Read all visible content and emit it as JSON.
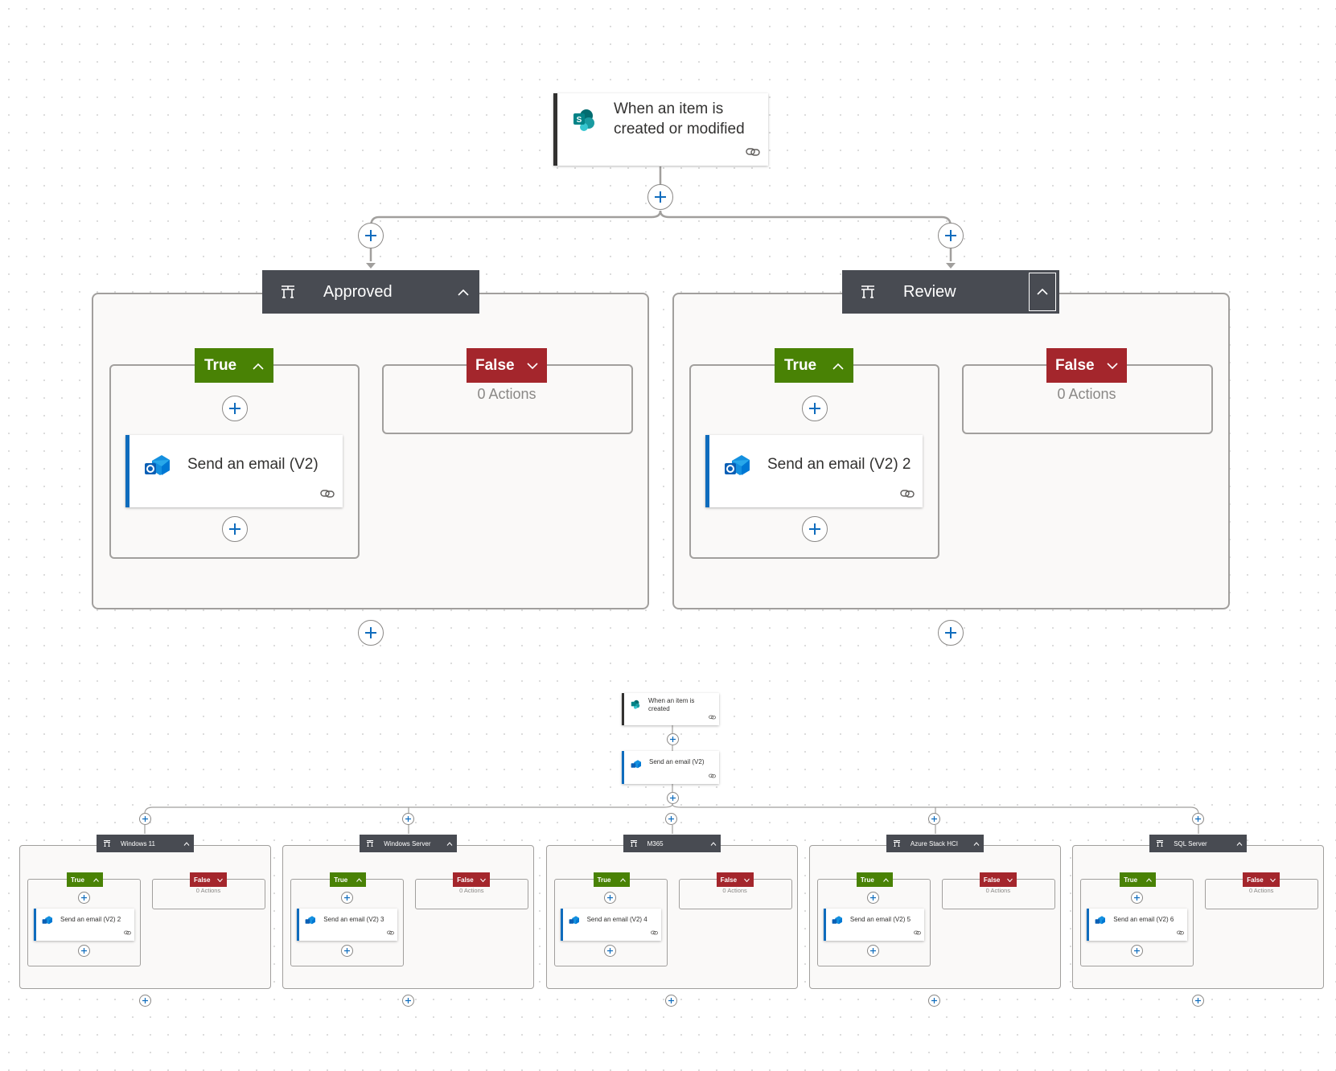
{
  "canvas": {
    "link_icon": "link-icon",
    "plus_icon": "plus-icon",
    "accent": "#0f6cbd",
    "true_color": "#498205",
    "false_color": "#a4262c",
    "header_color": "#484b52"
  },
  "flow_one": {
    "trigger": {
      "title": "When an item is created or modified",
      "icon": "sharepoint-icon"
    },
    "conditions": [
      {
        "name": "Approved",
        "true_label": "True",
        "false_label": "False",
        "false_actions": "0 Actions",
        "action": "Send an email (V2)",
        "action_icon": "outlook-icon"
      },
      {
        "name": "Review",
        "true_label": "True",
        "false_label": "False",
        "false_actions": "0 Actions",
        "action": "Send an email (V2) 2",
        "action_icon": "outlook-icon"
      }
    ]
  },
  "flow_two": {
    "trigger": {
      "title": "When an item is created",
      "icon": "sharepoint-icon"
    },
    "first_action": {
      "title": "Send an email (V2)",
      "icon": "outlook-icon"
    },
    "conditions": [
      {
        "name": "Windows 11",
        "true_label": "True",
        "false_label": "False",
        "false_actions": "0 Actions",
        "action": "Send an email (V2) 2"
      },
      {
        "name": "Windows Server",
        "true_label": "True",
        "false_label": "False",
        "false_actions": "0 Actions",
        "action": "Send an email (V2) 3"
      },
      {
        "name": "M365",
        "true_label": "True",
        "false_label": "False",
        "false_actions": "0 Actions",
        "action": "Send an email (V2) 4"
      },
      {
        "name": "Azure Stack HCI",
        "true_label": "True",
        "false_label": "False",
        "false_actions": "0 Actions",
        "action": "Send an email (V2) 5"
      },
      {
        "name": "SQL Server",
        "true_label": "True",
        "false_label": "False",
        "false_actions": "0 Actions",
        "action": "Send an email (V2) 6"
      }
    ]
  }
}
